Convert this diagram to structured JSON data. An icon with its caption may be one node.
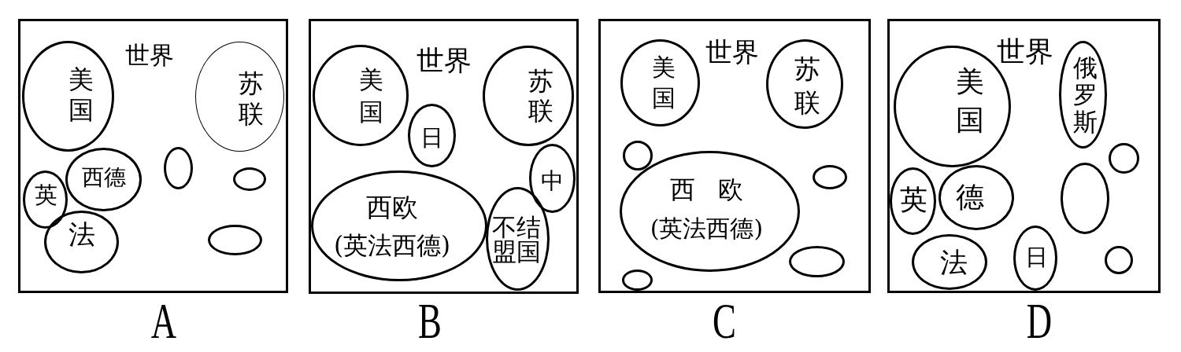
{
  "diagram": {
    "nodes": [
      {
        "text": [
          "世界"
        ],
        "beside": [
          "A"
        ]
      },
      {
        "text": [
          "美国"
        ],
        "in": 0
      },
      {
        "text": [
          "苏联"
        ],
        "in": 0
      },
      {
        "text": [
          "西德"
        ],
        "in": 0
      },
      {
        "text": [],
        "shape": "ellipse",
        "in": 0
      },
      {
        "text": [],
        "shape": "ellipse",
        "in": 0
      },
      {
        "text": [
          "英"
        ],
        "in": 0
      },
      {
        "text": [
          "法"
        ],
        "in": 0
      },
      {
        "text": [],
        "shape": "ellipse",
        "in": 0
      },
      {
        "text": [
          "世界"
        ],
        "beside": [
          "B"
        ]
      },
      {
        "text": [
          "美国"
        ],
        "in": 9
      },
      {
        "text": [
          "苏联"
        ],
        "in": 9
      },
      {
        "text": [
          "日"
        ],
        "in": 9
      },
      {
        "text": [
          "中"
        ],
        "in": 9
      },
      {
        "text": [
          "西欧",
          "(英法西德)"
        ],
        "in": 9
      },
      {
        "text": [
          "不结盟国"
        ],
        "in": 9
      },
      {
        "text": [
          "世界"
        ],
        "beside": [
          "C"
        ]
      },
      {
        "text": [
          "美国"
        ],
        "in": 16
      },
      {
        "text": [
          "苏联"
        ],
        "in": 16
      },
      {
        "text": [],
        "shape": "circle",
        "in": 16
      },
      {
        "text": [
          "西 欧",
          "(英法西德)"
        ],
        "in": 16
      },
      {
        "text": [],
        "shape": "ellipse",
        "in": 16
      },
      {
        "text": [],
        "shape": "ellipse",
        "in": 16
      },
      {
        "text": [],
        "shape": "ellipse",
        "in": 16
      },
      {
        "text": [
          "世界"
        ],
        "beside": [
          "D"
        ]
      },
      {
        "text": [
          "美国"
        ],
        "in": 24
      },
      {
        "text": [
          "俄罗斯"
        ],
        "in": 24
      },
      {
        "text": [],
        "shape": "circle",
        "in": 24
      },
      {
        "text": [
          "英"
        ],
        "in": 24
      },
      {
        "text": [
          "德"
        ],
        "in": 24
      },
      {
        "text": [],
        "shape": "ellipse",
        "in": 24
      },
      {
        "text": [
          "法"
        ],
        "in": 24
      },
      {
        "text": [
          "日"
        ],
        "in": 24
      },
      {
        "text": [],
        "shape": "circle",
        "in": 24
      }
    ]
  }
}
